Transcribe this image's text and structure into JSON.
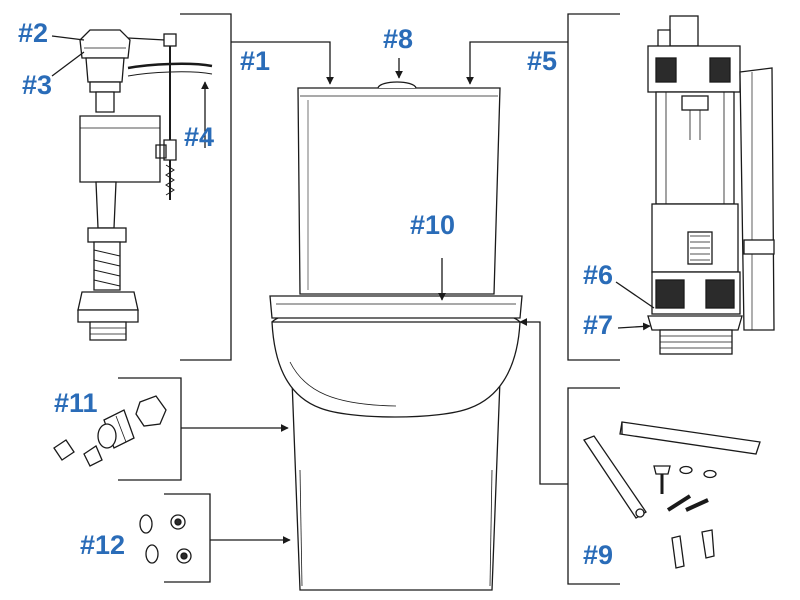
{
  "diagram": {
    "accent_color": "#2a6cb8",
    "line_color": "#1a1a1a",
    "callouts": [
      {
        "id": "1",
        "text": "#1"
      },
      {
        "id": "2",
        "text": "#2"
      },
      {
        "id": "3",
        "text": "#3"
      },
      {
        "id": "4",
        "text": "#4"
      },
      {
        "id": "5",
        "text": "#5"
      },
      {
        "id": "6",
        "text": "#6"
      },
      {
        "id": "7",
        "text": "#7"
      },
      {
        "id": "8",
        "text": "#8"
      },
      {
        "id": "9",
        "text": "#9"
      },
      {
        "id": "10",
        "text": "#10"
      },
      {
        "id": "11",
        "text": "#11"
      },
      {
        "id": "12",
        "text": "#12"
      }
    ],
    "parts": [
      {
        "id": "toilet",
        "icon": "toilet-icon"
      },
      {
        "id": "fill-valve",
        "icon": "fill-valve-icon"
      },
      {
        "id": "flush-valve",
        "icon": "flush-valve-icon"
      },
      {
        "id": "bolt-kit",
        "icon": "bolt-kit-icon"
      },
      {
        "id": "water-connector",
        "icon": "connector-icon"
      },
      {
        "id": "washers",
        "icon": "washer-icon"
      }
    ]
  }
}
